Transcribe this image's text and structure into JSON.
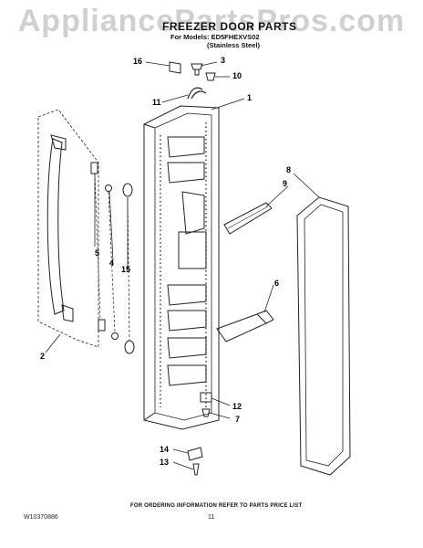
{
  "watermark": "AppliancePartsPros.com",
  "header": {
    "title": "FREEZER DOOR PARTS",
    "model_line": "For Models: ED5FHEXVS02",
    "variant": "(Stainless Steel)"
  },
  "callouts": [
    "16",
    "3",
    "10",
    "11",
    "1",
    "8",
    "9",
    "5",
    "4",
    "15",
    "6",
    "2",
    "12",
    "7",
    "14",
    "13"
  ],
  "footer": {
    "note": "FOR ORDERING INFORMATION REFER TO PARTS PRICE LIST",
    "doc_number": "W10370886",
    "page_number": "11"
  }
}
